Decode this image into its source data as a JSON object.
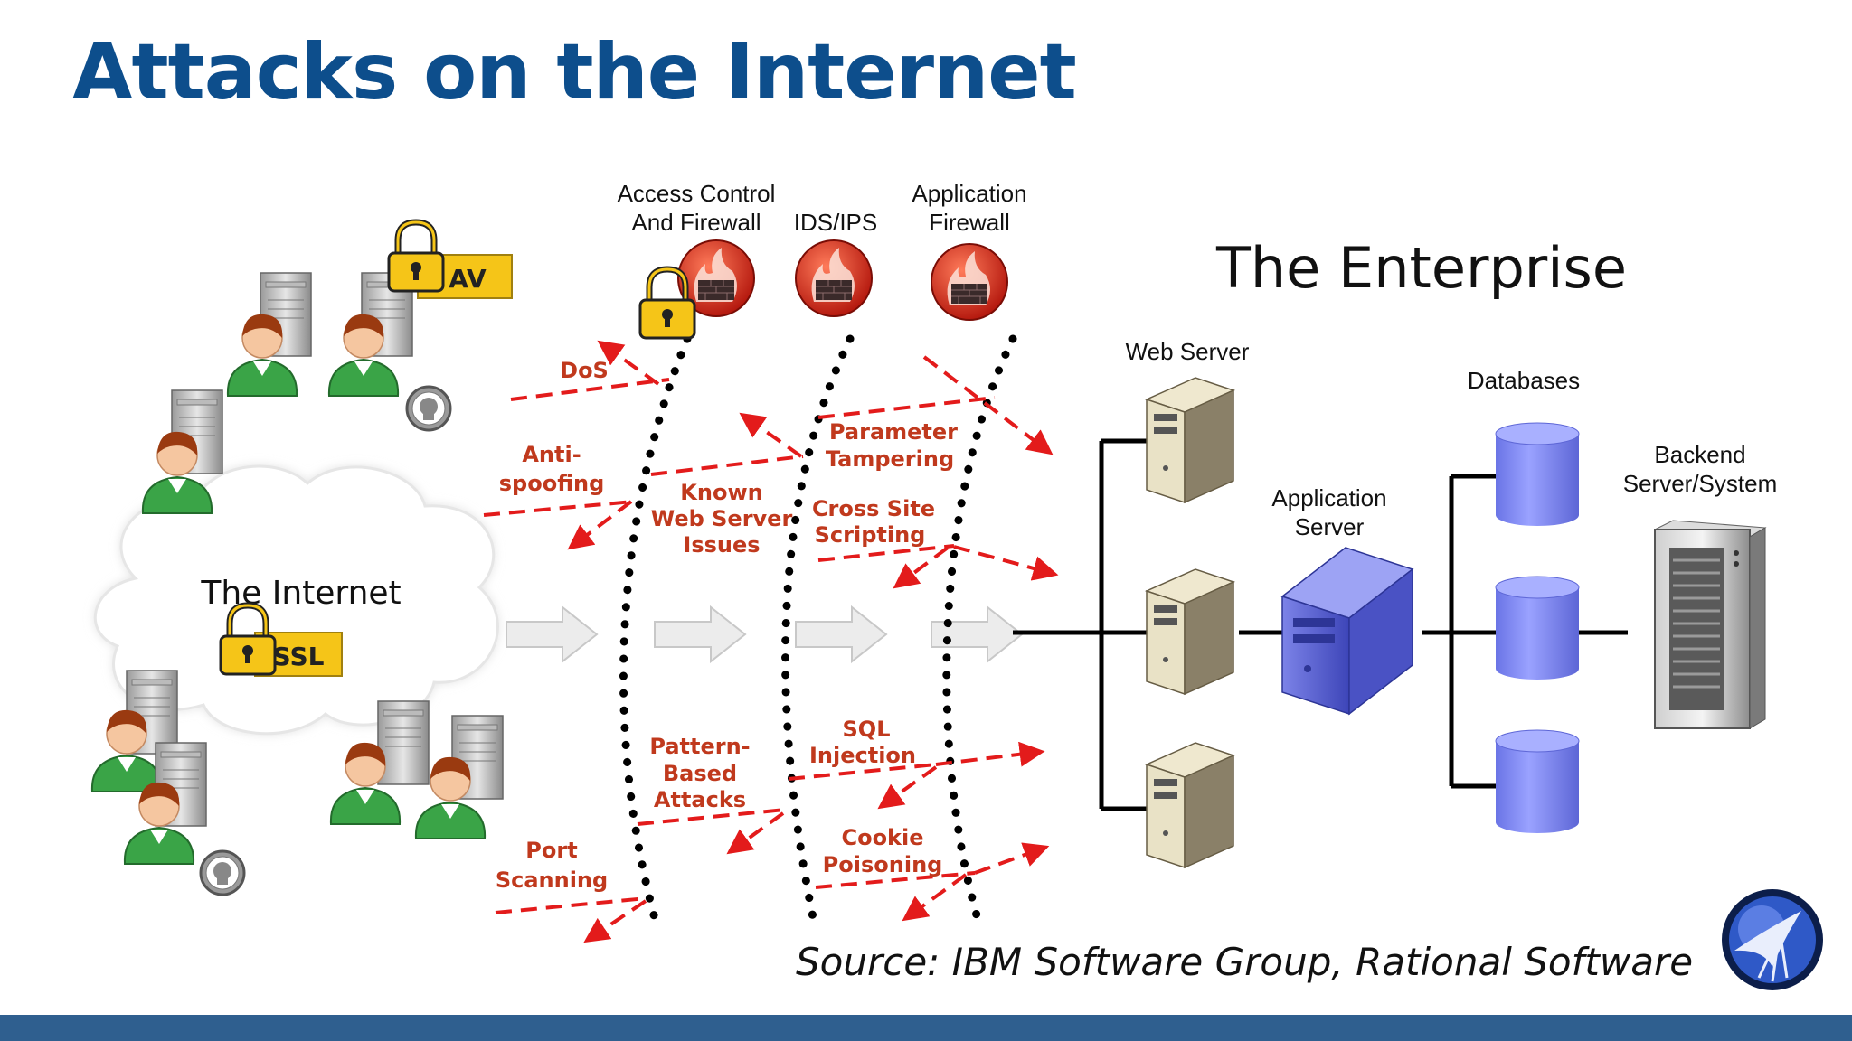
{
  "title": "Attacks on the Internet",
  "source_text": "Source: IBM Software Group, Rational Software",
  "badges": {
    "av": "AV",
    "ssl": "SSL"
  },
  "internet_label": "The Internet",
  "enterprise_label": "The Enterprise",
  "defenses": {
    "firewall": [
      "Access Control",
      "And Firewall"
    ],
    "ids": "IDS/IPS",
    "app_firewall": [
      "Application",
      "Firewall"
    ]
  },
  "servers": {
    "web": "Web Server",
    "app": [
      "Application",
      "Server"
    ],
    "db": "Databases",
    "backend": [
      "Backend",
      "Server/System"
    ]
  },
  "attacks": {
    "dos": "DoS",
    "anti_spoofing": [
      "Anti-",
      "spoofing"
    ],
    "known_web_server_issues": [
      "Known",
      "Web Server",
      "Issues"
    ],
    "parameter_tampering": [
      "Parameter",
      "Tampering"
    ],
    "cross_site_scripting": [
      "Cross Site",
      "Scripting"
    ],
    "pattern_based_attacks": [
      "Pattern-",
      "Based",
      "Attacks"
    ],
    "sql_injection": [
      "SQL",
      "Injection"
    ],
    "port_scanning": [
      "Port",
      "Scanning"
    ],
    "cookie_poisoning": [
      "Cookie",
      "Poisoning"
    ]
  },
  "colors": {
    "title": "#0d4e8c",
    "attack": "#c0391d",
    "arrow": "#e31b1b",
    "bar": "#2f5f8f",
    "badge": "#f5c518",
    "database": "#7b84ee"
  },
  "icons": [
    "user-icon",
    "computer-tower-icon",
    "padlock-icon",
    "skull-icon",
    "cloud-icon",
    "firewall-icon",
    "server-icon",
    "database-icon",
    "owasp-logo"
  ]
}
